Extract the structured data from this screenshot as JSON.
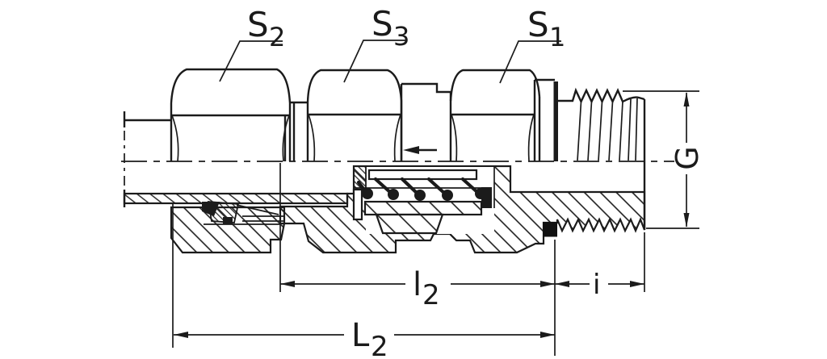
{
  "figure": {
    "kind": "sectional technical drawing of a check-valve tube coupling with male stud thread",
    "background": "#ffffff",
    "line_color": "#1b1b1b"
  },
  "labels": {
    "s2": {
      "base": "S",
      "sub": "2"
    },
    "s3": {
      "base": "S",
      "sub": "3"
    },
    "s1": {
      "base": "S",
      "sub": "1"
    },
    "g": "G",
    "l2_small": {
      "base": "l",
      "sub": "2"
    },
    "i": "i",
    "l2_big": {
      "base": "L",
      "sub": "2"
    }
  }
}
